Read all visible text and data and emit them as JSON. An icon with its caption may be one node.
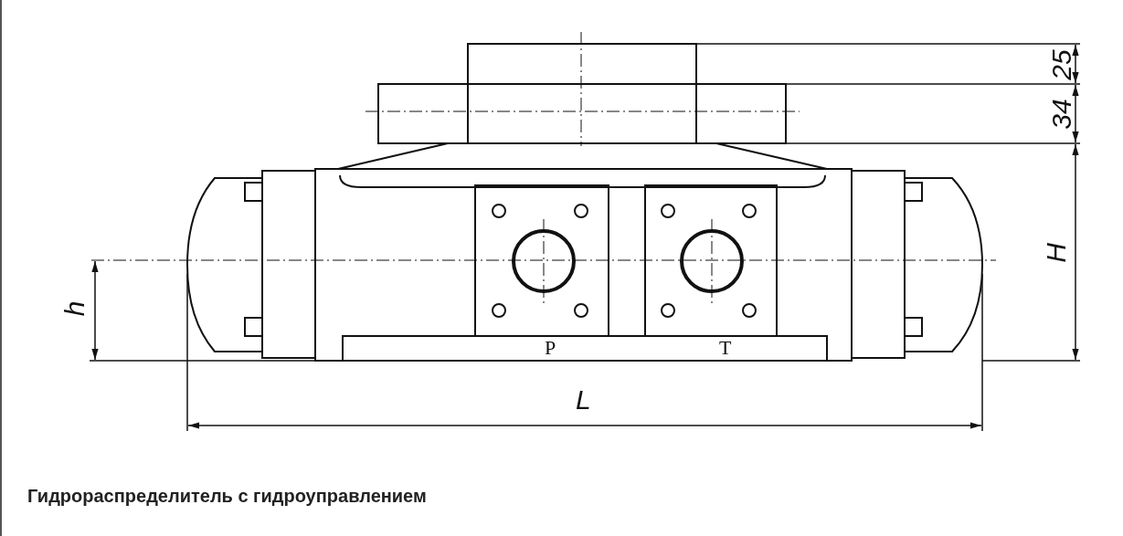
{
  "diagram": {
    "caption": "Гидрораспределитель с гидроуправлением",
    "labels": [
      "25",
      "34",
      "H",
      "h",
      "P",
      "T",
      "L"
    ]
  }
}
